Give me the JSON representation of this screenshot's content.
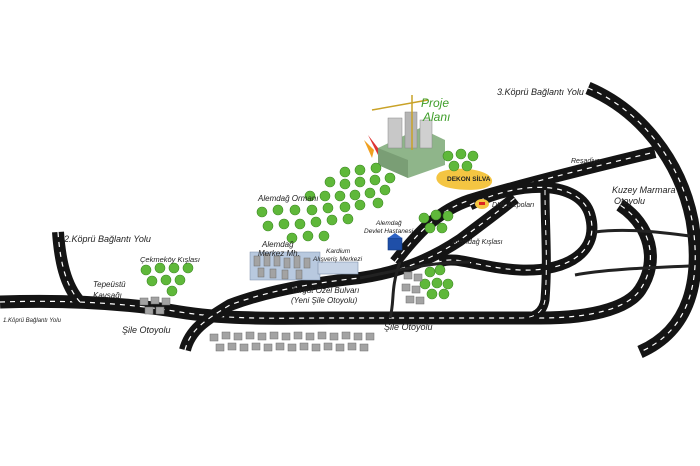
{
  "labels": {
    "proje_alani_1": "Proje",
    "proje_alani_2": "Alanı",
    "kopru3": "3.Köprü Bağlantı Yolu",
    "resadiye": "Reşadiye",
    "kuzey1": "Kuzey Marmara",
    "kuzey2": "Otoyolu",
    "dekon": "DEKON SİLVA",
    "dhl": "DHL Depoları",
    "alemdag_ormani": "Alemdağ Ormanı",
    "hastane1": "Alemdağ",
    "hastane2": "Devlet Hastanesi",
    "alemdag_kislasi": "Alemdağ Kışlası",
    "kopru2": "2.Köprü Bağlantı Yolu",
    "merkez1": "Alemdağ",
    "merkez2": "Merkez Mh.",
    "kardium1": "Kardium",
    "kardium2": "Alışveriş Merkezi",
    "cekmekoy": "Çekmeköy Kışlası",
    "tepeustu1": "Tepeüstü",
    "tepeustu2": "Kavşağı",
    "turgut1": "Turgut Özel Bulvarı",
    "turgut2": "(Yeni Şile Otoyolu)",
    "kopru1": "1.Köprü Bağlantı Yolu",
    "sile1": "Şile Otoyolu",
    "sile2": "Şile Otoyolu"
  },
  "colors": {
    "road": "#141414",
    "tree": "#5fb83a",
    "title_green": "#3f9e2a",
    "dekon_yellow": "#f4c542",
    "building": "#9a9a9a",
    "hospital": "#1f4fa8"
  }
}
